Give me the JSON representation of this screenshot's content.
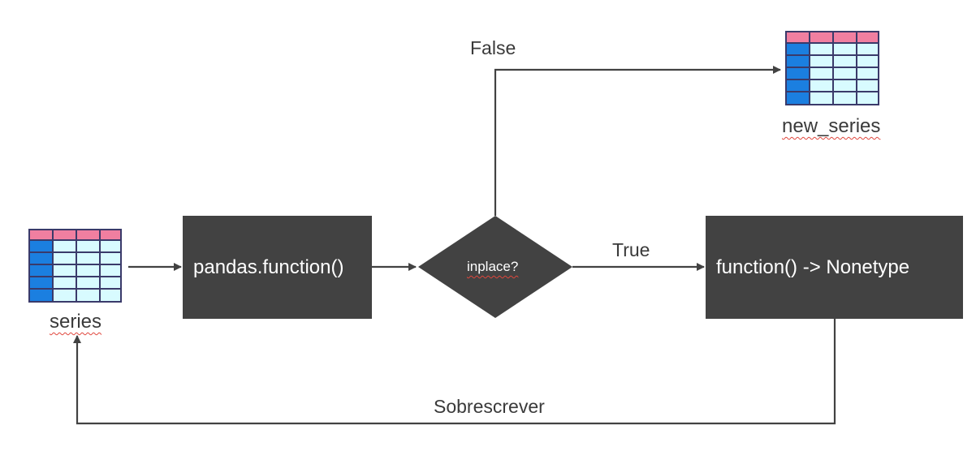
{
  "nodes": {
    "series_label": "series",
    "new_series_label": "new_series",
    "pandas_function": "pandas.function()",
    "decision": "inplace?",
    "result": "function() -> Nonetype"
  },
  "edges": {
    "false_label": "False",
    "true_label": "True",
    "overwrite_label": "Sobrescrever"
  },
  "colors": {
    "box_fill": "#424242",
    "line": "#424242",
    "table_header": "#f07fa0",
    "table_index": "#1b7fe0",
    "table_cell": "#d8fbff",
    "table_border": "#3a3a6a",
    "spellcheck": "#e0463c"
  },
  "icons": {
    "series_table": "table-icon",
    "new_series_table": "table-icon"
  }
}
